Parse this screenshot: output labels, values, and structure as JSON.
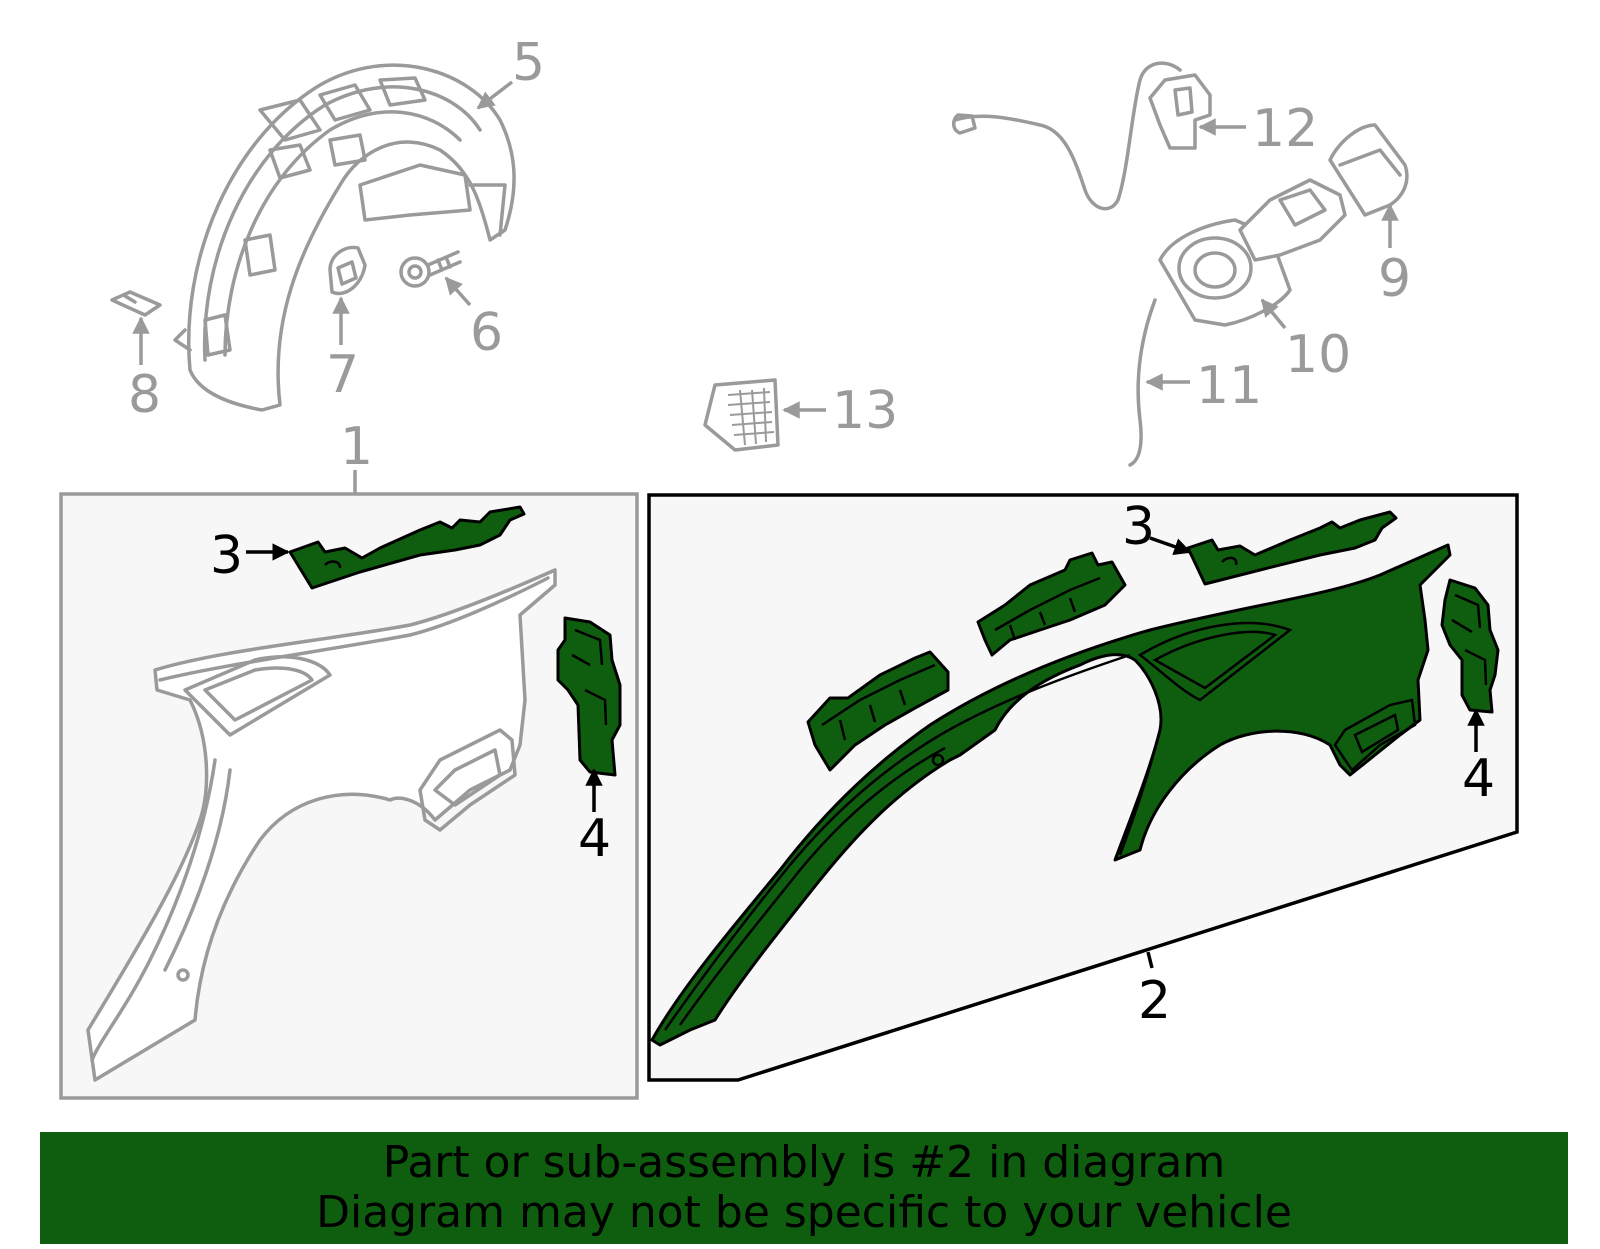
{
  "callouts": {
    "c1": "1",
    "c2": "2",
    "c3a": "3",
    "c3b": "3",
    "c4a": "4",
    "c4b": "4",
    "c5": "5",
    "c6": "6",
    "c7": "7",
    "c8": "8",
    "c9": "9",
    "c10": "10",
    "c11": "11",
    "c12": "12",
    "c13": "13"
  },
  "banner": {
    "line1": "Part or sub-assembly is #2 in diagram",
    "line2": "Diagram may not be specific to your vehicle"
  },
  "colors": {
    "highlight": "#0f5e0f",
    "ghost": "#9a9a9a"
  }
}
